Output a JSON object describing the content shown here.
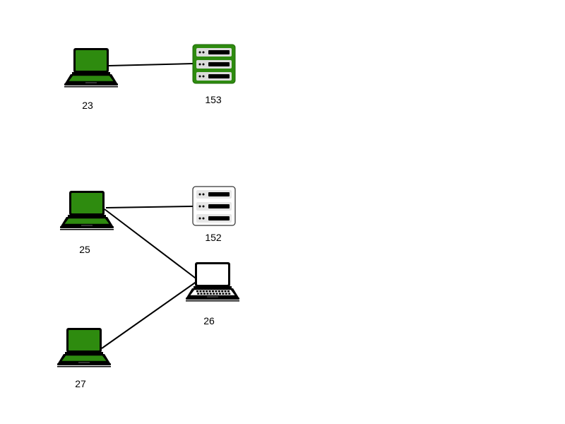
{
  "colors": {
    "active": "#2e8b0f",
    "inactive": "#ffffff",
    "outline": "#000000",
    "link": "#000000"
  },
  "nodes": [
    {
      "id": "23",
      "type": "laptop",
      "icon": "laptop-icon",
      "state": "active",
      "label": "23"
    },
    {
      "id": "153",
      "type": "server",
      "icon": "server-icon",
      "state": "active",
      "label": "153"
    },
    {
      "id": "25",
      "type": "laptop",
      "icon": "laptop-icon",
      "state": "active",
      "label": "25"
    },
    {
      "id": "152",
      "type": "server",
      "icon": "server-icon",
      "state": "inactive",
      "label": "152"
    },
    {
      "id": "26",
      "type": "laptop",
      "icon": "laptop-icon",
      "state": "inactive",
      "label": "26"
    },
    {
      "id": "27",
      "type": "laptop",
      "icon": "laptop-icon",
      "state": "active",
      "label": "27"
    }
  ],
  "edges": [
    {
      "from": "23",
      "to": "153"
    },
    {
      "from": "25",
      "to": "152"
    },
    {
      "from": "25",
      "to": "26"
    },
    {
      "from": "27",
      "to": "26"
    }
  ]
}
